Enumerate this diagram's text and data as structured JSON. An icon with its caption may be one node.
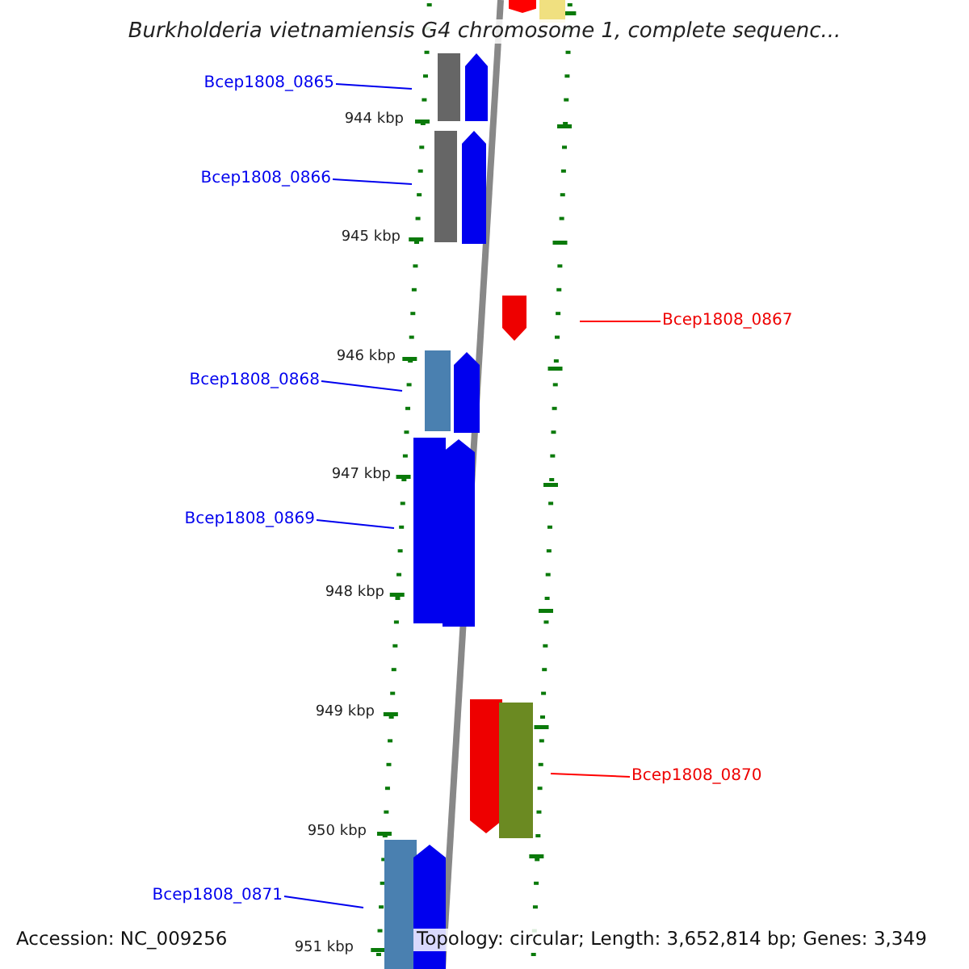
{
  "diagram": {
    "title": "Burkholderia vietnamiensis G4 chromosome 1, complete sequenc...",
    "nodes": [
      {
        "text": [
          "Bcep1808_0865"
        ]
      },
      {
        "text": [
          "Bcep1808_0866"
        ]
      },
      {
        "text": [
          "Bcep1808_0867"
        ]
      },
      {
        "text": [
          "Bcep1808_0868"
        ]
      },
      {
        "text": [
          "Bcep1808_0869"
        ]
      },
      {
        "text": [
          "Bcep1808_0870"
        ]
      },
      {
        "text": [
          "Bcep1808_0871"
        ]
      }
    ],
    "edges": [
      {
        "from": 0,
        "to": null,
        "arrow": "none"
      },
      {
        "from": 1,
        "to": null,
        "arrow": "none"
      },
      {
        "from": 2,
        "to": null,
        "arrow": "none",
        "color": "#ff0000"
      },
      {
        "from": 3,
        "to": null,
        "arrow": "none"
      },
      {
        "from": 4,
        "to": null,
        "arrow": "none"
      },
      {
        "from": 5,
        "to": null,
        "arrow": "none",
        "color": "#ff0000"
      },
      {
        "from": 6,
        "to": null,
        "arrow": "none"
      }
    ],
    "labels": [
      "944 kbp",
      "945 kbp",
      "946 kbp",
      "947 kbp",
      "948 kbp",
      "949 kbp",
      "950 kbp",
      "951 kbp",
      "Accession: NC_009256",
      "Topology: circular; Length: 3,652,814 bp; Genes: 3,349"
    ]
  }
}
